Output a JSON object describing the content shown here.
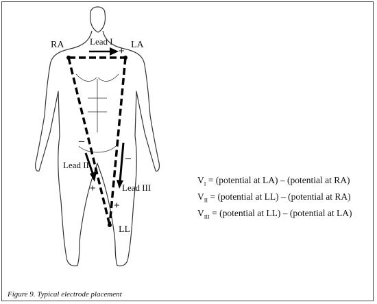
{
  "labels": {
    "ra": "RA",
    "la": "LA",
    "ll": "LL",
    "lead1": "Lead I",
    "lead2": "Lead II",
    "lead3": "Lead III",
    "plus": "+",
    "minus": "–"
  },
  "equations": [
    {
      "lhs": "V",
      "sub": "I",
      "rhs": " = (potential at LA) – (potential at RA)"
    },
    {
      "lhs": "V",
      "sub": "II",
      "rhs": " = (potential at LL) – (potential at RA)"
    },
    {
      "lhs": "V",
      "sub": "III",
      "rhs": " = (potential at LL) – (potential at LA)"
    }
  ],
  "caption": "Figure 9. Typical electrode placement"
}
